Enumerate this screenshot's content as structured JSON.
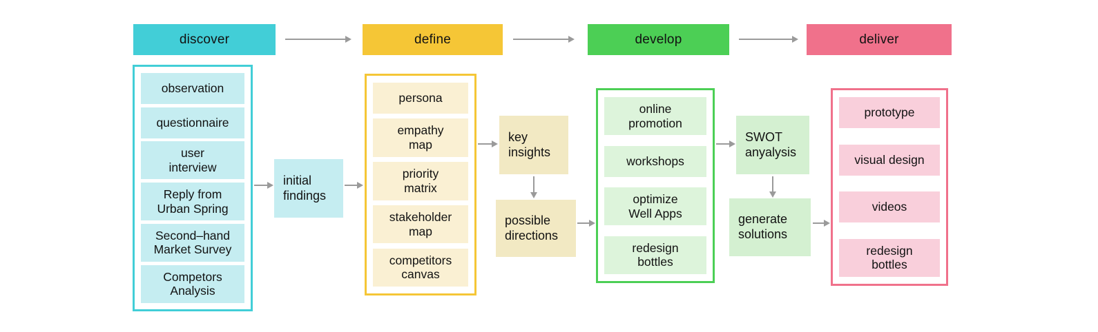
{
  "colors": {
    "teal": "#42ced7",
    "teal-light": "#c5edf1",
    "gold": "#f5c636",
    "cream-light": "#faf0d3",
    "cream-mid": "#f2e9c3",
    "green": "#4ccf55",
    "green-light": "#ddf4db",
    "green-mid": "#d4f0d1",
    "pink": "#f0718b",
    "pink-light": "#f9cfdb",
    "arrow": "#9a9a9a"
  },
  "phases": [
    {
      "label": "discover",
      "items": [
        "observation",
        "questionnaire",
        "user\ninterview",
        "Reply from\nUrban Spring",
        "Second–hand\nMarket Survey",
        "Competors\nAnalysis"
      ]
    },
    {
      "label": "define",
      "items": [
        "persona",
        "empathy\nmap",
        "priority\nmatrix",
        "stakeholder\nmap",
        "competitors\ncanvas"
      ]
    },
    {
      "label": "develop",
      "items": [
        "online\npromotion",
        "workshops",
        "optimize\nWell Apps",
        "redesign\nbottles"
      ]
    },
    {
      "label": "deliver",
      "items": [
        "prototype",
        "visual design",
        "videos",
        "redesign\nbottles"
      ]
    }
  ],
  "connectors": {
    "initial_findings": "initial\nfindings",
    "key_insights": "key\ninsights",
    "possible_directions": "possible\ndirections",
    "swot_analysis": "SWOT\nanyalysis",
    "generate_solutions": "generate\nsolutions"
  }
}
